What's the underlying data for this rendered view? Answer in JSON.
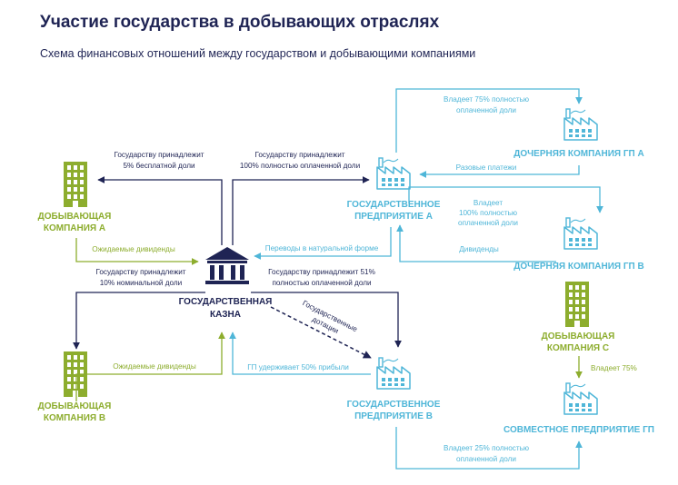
{
  "title": "Участие государства в добывающих отраслях",
  "subtitle": "Схема финансовых отношений между государством и добывающими компаниями",
  "colors": {
    "navy": "#1f2454",
    "blue": "#4fb6d8",
    "green": "#8dad2e"
  },
  "nodes": {
    "treasury": [
      "ГОСУДАРСТВЕННАЯ",
      "КАЗНА"
    ],
    "company_a": [
      "ДОБЫВАЮЩАЯ",
      "КОМПАНИЯ А"
    ],
    "company_b": [
      "ДОБЫВАЮЩАЯ",
      "КОМПАНИЯ В"
    ],
    "company_c": [
      "ДОБЫВАЮЩАЯ",
      "КОМПАНИЯ С"
    ],
    "se_a": [
      "ГОСУДАРСТВЕННОЕ",
      "ПРЕДПРИЯТИЕ А"
    ],
    "se_b": [
      "ГОСУДАРСТВЕННОЕ",
      "ПРЕДПРИЯТИЕ В"
    ],
    "sub_a": "ДОЧЕРНЯЯ КОМПАНИЯ ГП А",
    "sub_b": "ДОЧЕРНЯЯ КОМПАНИЯ ГП В",
    "jv": "СОВМЕСТНОЕ ПРЕДПРИЯТИЕ ГП"
  },
  "edges": {
    "gov_owns_5": [
      "Государству принадлежит",
      "5% бесплатной доли"
    ],
    "gov_owns_100": [
      "Государству принадлежит",
      "100% полностью оплаченной доли"
    ],
    "gov_owns_10": [
      "Государству принадлежит",
      "10% номинальной доли"
    ],
    "gov_owns_51": [
      "Государству принадлежит 51%",
      "полностью оплаченной доли"
    ],
    "expected_div_a": "Ожидаемые дивиденды",
    "expected_div_b": "Ожидаемые дивиденды",
    "in_kind": "Переводы в натуральной форме",
    "subsidies": [
      "Государственные",
      "дотации"
    ],
    "retains_50": "ГП удерживает 50% прибыли",
    "owns_75_paid": [
      "Владеет 75% полностью",
      "оплаченной доли"
    ],
    "one_time": "Разовые платежи",
    "owns_100_paid": [
      "Владеет",
      "100% полностью",
      "оплаченной доли"
    ],
    "dividends": "Дивиденды",
    "owns_75": "Владеет 75%",
    "owns_25_paid": [
      "Владеет 25% полностью",
      "оплаченной доли"
    ]
  }
}
